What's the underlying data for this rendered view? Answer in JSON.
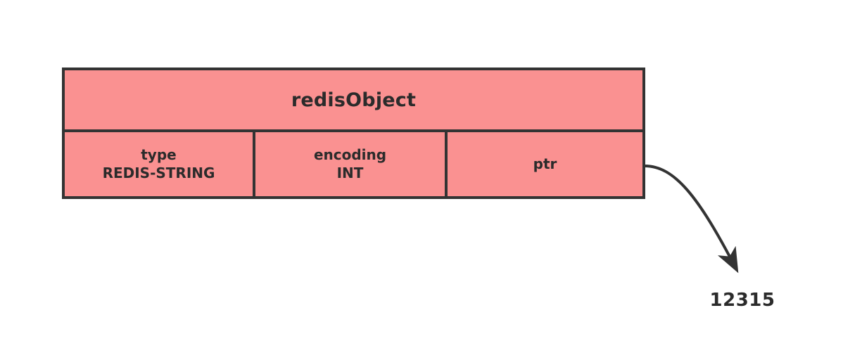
{
  "diagram": {
    "title": "redisObject",
    "colors": {
      "background": "#ffffff",
      "box_fill": "#FA9191",
      "box_border": "#333333",
      "text": "#2b2b2b",
      "arrow": "#333333"
    },
    "struct": {
      "header_label": "redisObject",
      "fields": [
        {
          "name": "type",
          "value": "REDIS-STRING"
        },
        {
          "name": "encoding",
          "value": "INT"
        },
        {
          "name": "ptr",
          "value": ""
        }
      ]
    },
    "pointer": {
      "from_field": "ptr",
      "target_value": "12315",
      "arrow_style": "curved-arrow-down-right"
    }
  }
}
